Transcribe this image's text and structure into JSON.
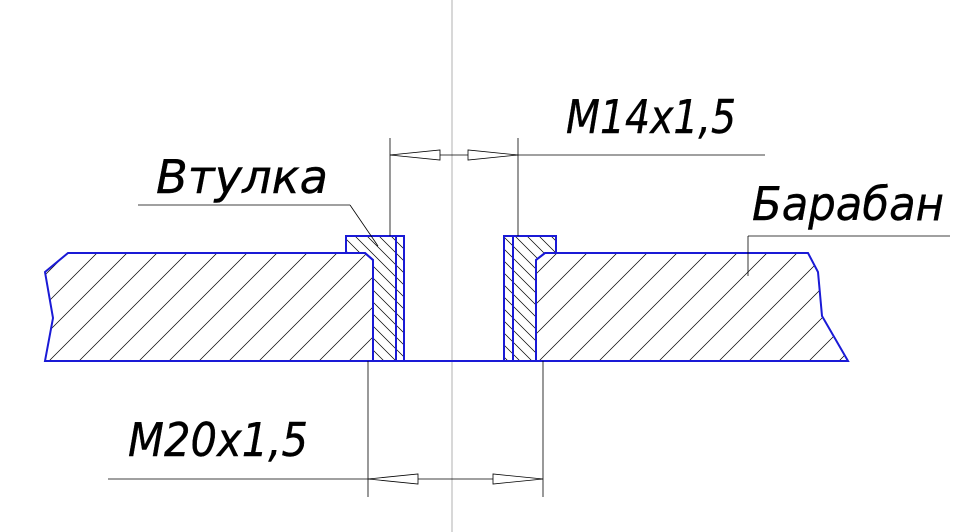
{
  "labels": {
    "bushing": "Втулка",
    "drum": "Барабан",
    "thread_inner": "M14x1,5",
    "thread_outer": "M20x1,5"
  },
  "colors": {
    "outline": "#1a1ad6",
    "lines": "#000000",
    "axis": "#b0b0b0",
    "background": "#ffffff"
  }
}
